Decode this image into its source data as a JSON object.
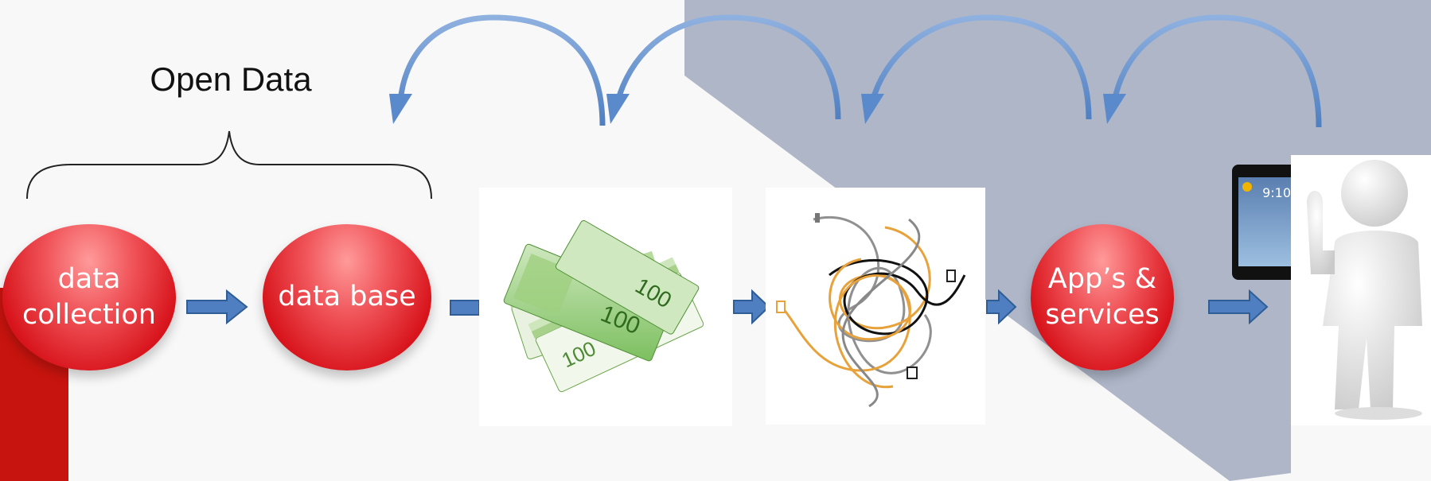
{
  "title": "Open Data",
  "nodes": {
    "data_collection": "data\ncollection",
    "data_base": "data base",
    "apps_services": "App’s &\nservices"
  },
  "icons": {
    "money": "euro-banknotes-image",
    "cables": "tangled-cables-image",
    "phone": "smartphone-image",
    "person": "3d-person-thumbs-up-image"
  },
  "phone_screen": {
    "time": "9:10"
  },
  "colors": {
    "node_red": "#d8141c",
    "arrow_blue": "#4f81bd",
    "backdrop": "#aeb6c8",
    "accent_bar": "#c8140e"
  }
}
